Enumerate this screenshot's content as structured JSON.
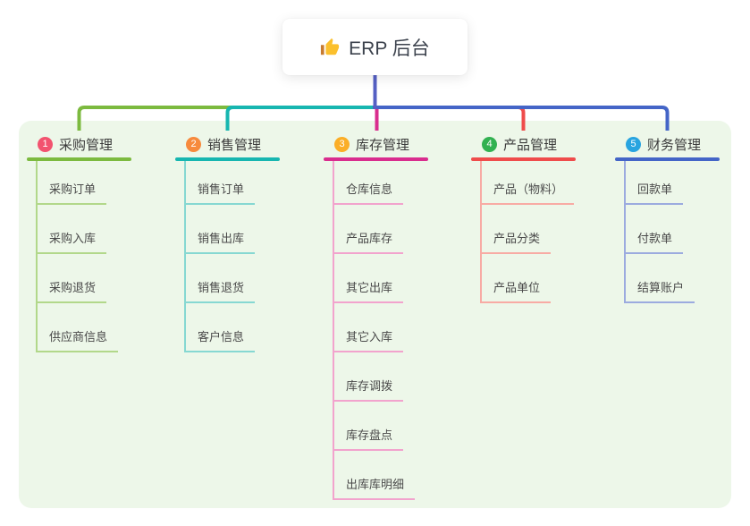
{
  "root": {
    "label": "ERP 后台",
    "icon": "thumbs-up-icon"
  },
  "colors": {
    "root_line": "#5560c4",
    "panel_bg": "#edf7e9",
    "title_text": "#3b3b3b",
    "child_text": "#4a4a4a",
    "thumb_hand": "#fbc02d",
    "thumb_cuff": "#c77b30"
  },
  "branches": [
    {
      "index": "1",
      "label": "采购管理",
      "color": "#7cba3f",
      "light": "#b2d88a",
      "badge": "#f2536f",
      "children": [
        "采购订单",
        "采购入库",
        "采购退货",
        "供应商信息"
      ]
    },
    {
      "index": "2",
      "label": "销售管理",
      "color": "#17b6b0",
      "light": "#86d8d2",
      "badge": "#f78a3d",
      "children": [
        "销售订单",
        "销售出库",
        "销售退货",
        "客户信息"
      ]
    },
    {
      "index": "3",
      "label": "库存管理",
      "color": "#d92d8e",
      "light": "#f2a3cd",
      "badge": "#fbae27",
      "children": [
        "仓库信息",
        "产品库存",
        "其它出库",
        "其它入库",
        "库存调拨",
        "库存盘点",
        "出库库明细"
      ]
    },
    {
      "index": "4",
      "label": "产品管理",
      "color": "#ef4c4b",
      "light": "#f8aba4",
      "badge": "#32b151",
      "children": [
        "产品（物料）",
        "产品分类",
        "产品单位"
      ]
    },
    {
      "index": "5",
      "label": "财务管理",
      "color": "#4465c7",
      "light": "#9cabdf",
      "badge": "#28a4e0",
      "children": [
        "回款单",
        "付款单",
        "结算账户"
      ]
    }
  ]
}
